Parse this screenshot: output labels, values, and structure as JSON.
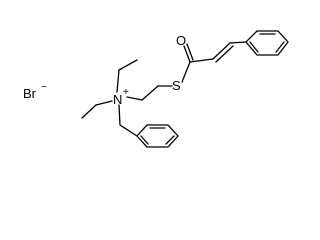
{
  "atoms": {
    "bromide": "Br",
    "bromide_charge": "−",
    "nitrogen": "N",
    "nitrogen_charge": "+",
    "sulfur": "S",
    "oxygen": "O"
  },
  "colors": {
    "bond": "#000000",
    "background": "#ffffff"
  }
}
